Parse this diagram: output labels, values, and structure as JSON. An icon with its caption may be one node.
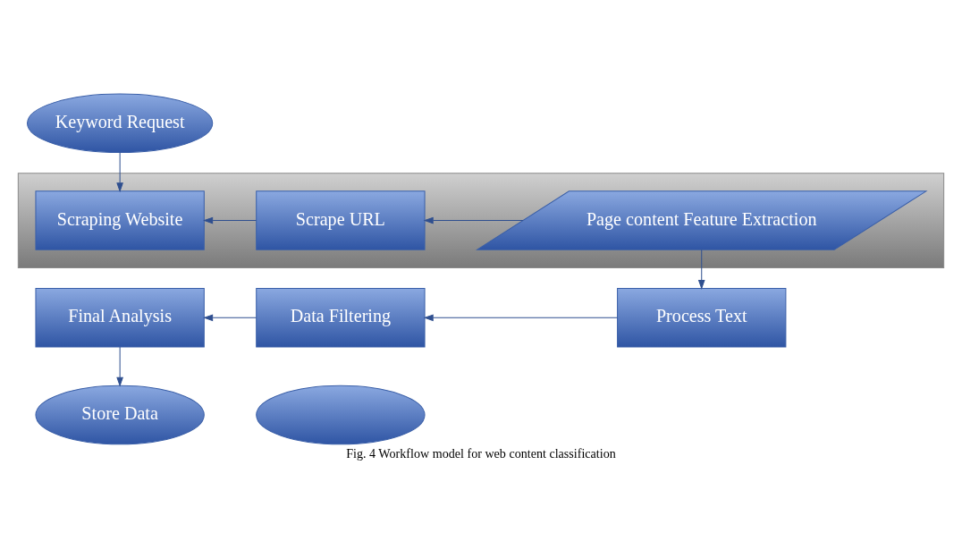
{
  "diagram": {
    "caption": "Fig. 4 Workflow model for web content classification",
    "nodes": [
      {
        "text": [
          "Keyword Request"
        ]
      },
      {
        "text": [],
        "shape": "band"
      },
      {
        "text": [
          "Scraping Website"
        ],
        "in": 1
      },
      {
        "text": [
          "Scrape URL"
        ],
        "in": 1
      },
      {
        "text": [
          "Page content Feature Extraction"
        ],
        "in": 1
      },
      {
        "text": [
          "Final Analysis"
        ]
      },
      {
        "text": [
          "Data Filtering"
        ]
      },
      {
        "text": [
          "Process Text"
        ]
      },
      {
        "text": [
          "Store Data"
        ]
      },
      {
        "text": [],
        "shape": "ellipse"
      }
    ],
    "edges": [
      {
        "from": 0,
        "to": 2,
        "arrow": "to"
      },
      {
        "from": 3,
        "to": 2,
        "arrow": "to"
      },
      {
        "from": 4,
        "to": 3,
        "arrow": "to"
      },
      {
        "from": 4,
        "to": 7,
        "arrow": "to"
      },
      {
        "from": 7,
        "to": 6,
        "arrow": "to"
      },
      {
        "from": 6,
        "to": 5,
        "arrow": "to"
      },
      {
        "from": 5,
        "to": 8,
        "arrow": "to"
      }
    ]
  }
}
